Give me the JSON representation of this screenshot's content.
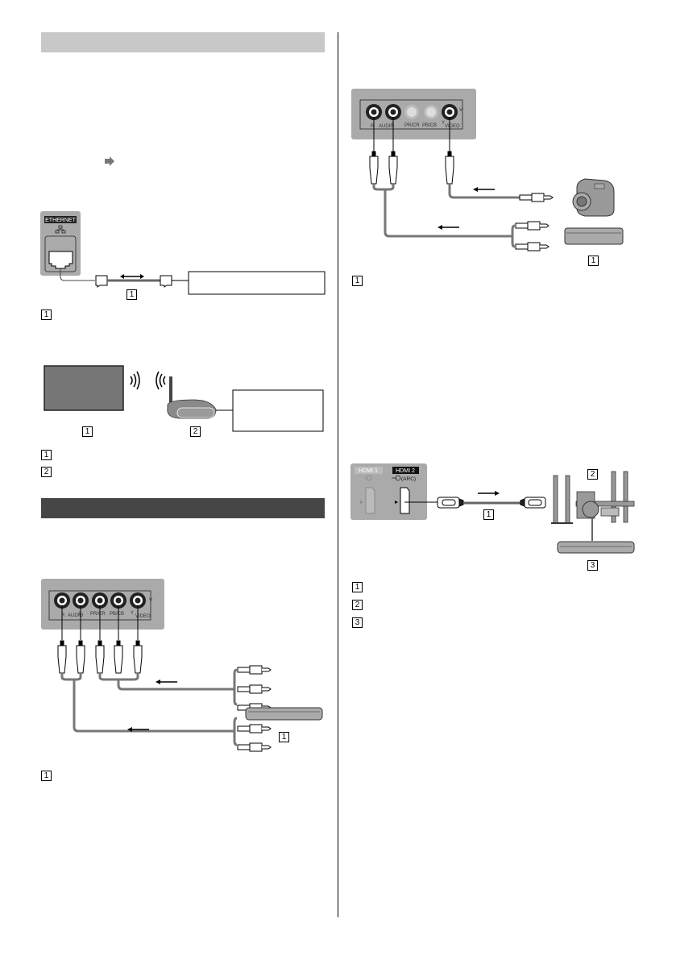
{
  "page": {
    "sections": {
      "network": {
        "header_style": "light",
        "ethernet_panel": {
          "port_label": "ETHERNET",
          "icon": "network-icon"
        },
        "wired_diagram": {
          "cable_callout": "1",
          "direction": "bidirectional"
        },
        "wired_legend": [
          {
            "marker": "1"
          }
        ],
        "wireless_diagram": {
          "tv_callout": "1",
          "router_callout": "2"
        },
        "wireless_legend": [
          {
            "marker": "1"
          },
          {
            "marker": "2"
          }
        ],
        "reference_icon": "arrow-right-icon"
      },
      "av_component": {
        "header_style": "dark",
        "panel_labels": [
          "R",
          "AUDIO",
          "L",
          "PR/CR",
          "PB/CB",
          "Y",
          "V",
          "VIDEO"
        ],
        "device_callout": "1",
        "legend": [
          {
            "marker": "1"
          }
        ]
      },
      "av_composite": {
        "panel_labels": [
          "R",
          "AUDIO",
          "L",
          "PR/CR",
          "PB/CB",
          "Y",
          "V",
          "VIDEO"
        ],
        "device_callout": "1",
        "legend": [
          {
            "marker": "1"
          }
        ]
      },
      "hdmi_arc": {
        "hdmi1_label": "HDMI 1",
        "hdmi2_label": "HDMI 2",
        "arc_label": "(ARC)",
        "cable_callout": "1",
        "amp_callout": "2",
        "player_callout": "3",
        "legend": [
          {
            "marker": "1"
          },
          {
            "marker": "2"
          },
          {
            "marker": "3"
          }
        ]
      }
    }
  }
}
